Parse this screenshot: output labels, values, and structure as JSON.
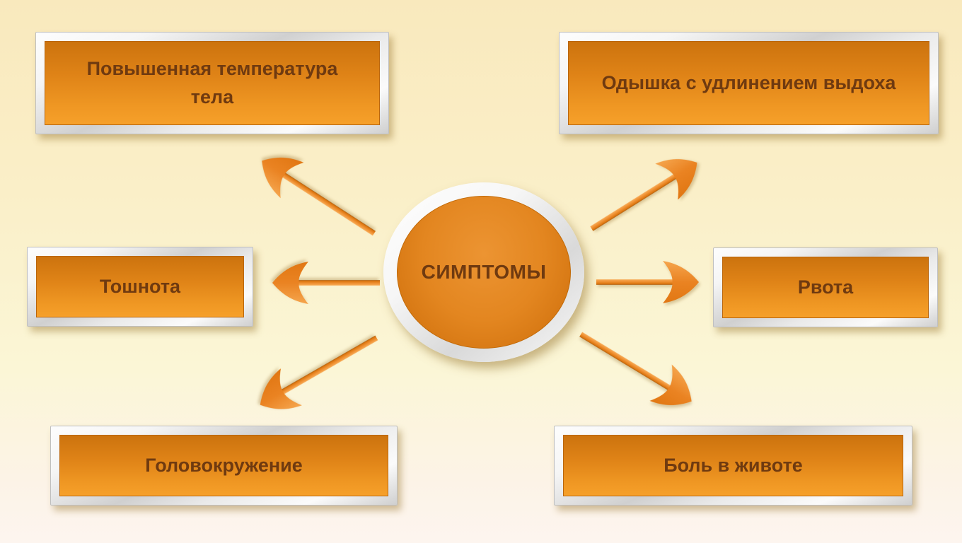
{
  "slide": {
    "center": {
      "label": "СИМПТОМЫ"
    },
    "boxes": [
      {
        "id": "top-left",
        "label": "Повышенная температура тела"
      },
      {
        "id": "top-right",
        "label": "Одышка с удлинением выдоха"
      },
      {
        "id": "mid-left",
        "label": "Тошнота"
      },
      {
        "id": "mid-right",
        "label": "Рвота"
      },
      {
        "id": "bottom-left",
        "label": "Головокружение"
      },
      {
        "id": "bottom-right",
        "label": "Боль в животе"
      }
    ],
    "colors": {
      "box_orange_top": "#CC730E",
      "box_orange_bottom": "#F6A02A",
      "frame_silver": "#E8E8E8",
      "text_brown": "#6F3A10",
      "arrow_orange": "#EC8A2A",
      "background_top": "#F9E9BD",
      "background_bottom": "#FDF5EF"
    }
  }
}
